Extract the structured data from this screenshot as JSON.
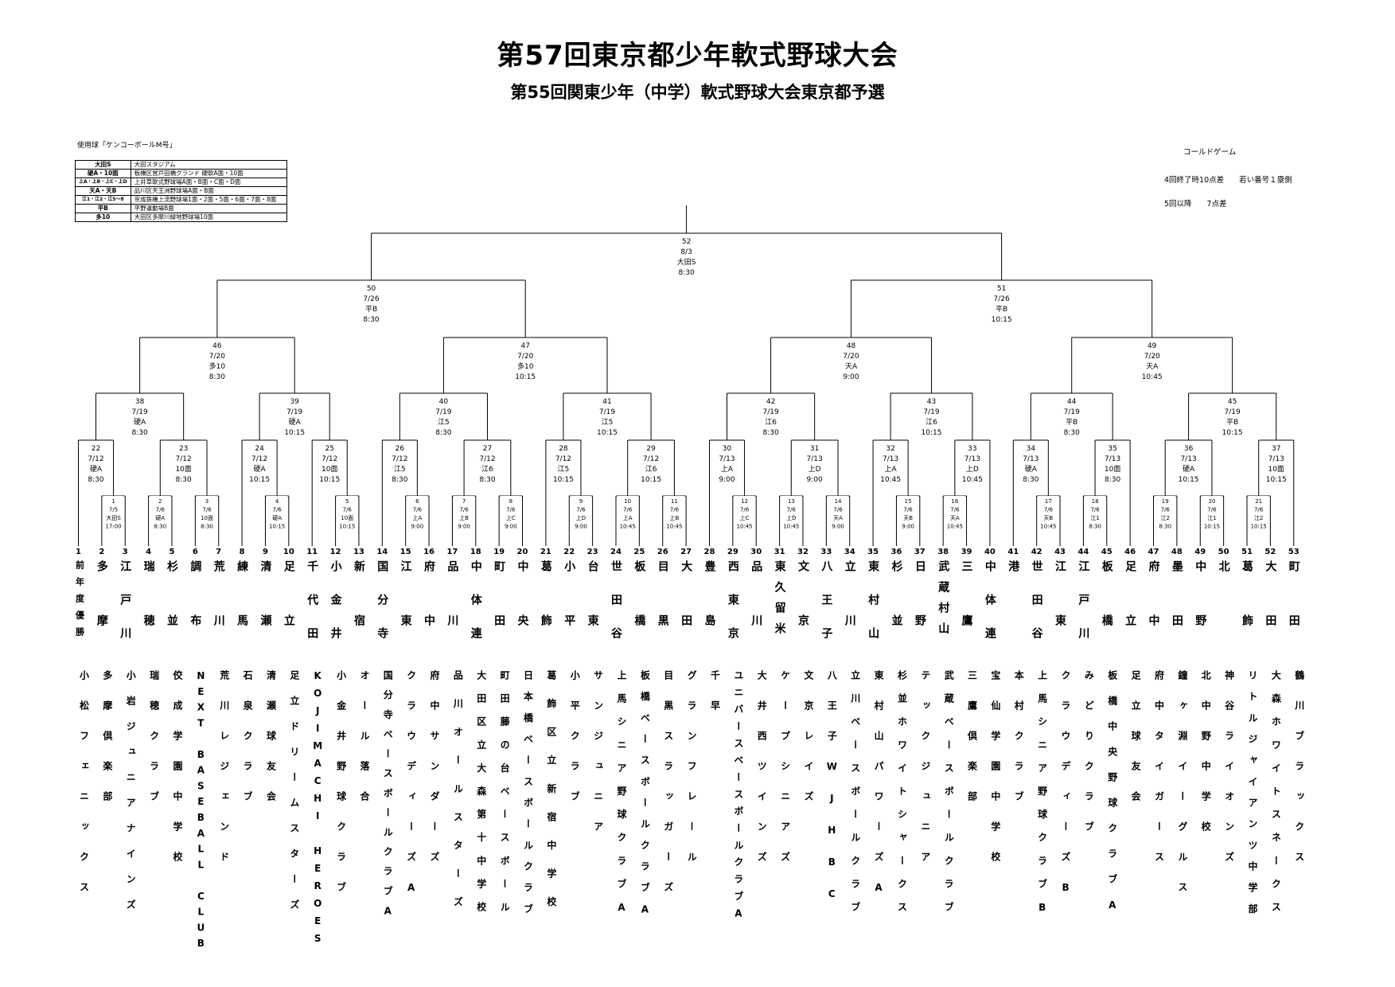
{
  "title": "第57回東京都少年軟式野球大会",
  "subtitle": "第55回関東少年（中学）軟式野球大会東京都予選",
  "ball_note": "使用球「ケンコーボールM号」",
  "venues": [
    {
      "code": "大田S",
      "name": "大田スタジアム"
    },
    {
      "code": "硬A・10面",
      "name": "板橋区営戸田橋グランド 硬軟A面・10面"
    },
    {
      "code": "上A・上B・上C・上D",
      "name": "上井草軟式野球場A面・B面・C面・D面"
    },
    {
      "code": "天A・天B",
      "name": "品川区天王洲野球場A面・B面"
    },
    {
      "code": "江1・江2・江5～8",
      "name": "京成鉄橋上流野球場1面・2面・5面・6面・7面・8面"
    },
    {
      "code": "平B",
      "name": "平野運動場B面"
    },
    {
      "code": "多10",
      "name": "大田区多摩川緑地野球場10面"
    }
  ],
  "cold_game": {
    "title": "コールドゲーム",
    "rule1": "4回終了時10点差　　若い番号１塁側",
    "rule2": "5回以降　　7点差"
  },
  "games": [
    {
      "no": "52",
      "date": "8/3",
      "venue": "大田S",
      "time": "8:30"
    },
    {
      "no": "50",
      "date": "7/26",
      "venue": "平B",
      "time": "8:30"
    },
    {
      "no": "51",
      "date": "7/26",
      "venue": "平B",
      "time": "10:15"
    },
    {
      "no": "46",
      "date": "7/20",
      "venue": "多10",
      "time": "8:30"
    },
    {
      "no": "47",
      "date": "7/20",
      "venue": "多10",
      "time": "10:15"
    },
    {
      "no": "48",
      "date": "7/20",
      "venue": "天A",
      "time": "9:00"
    },
    {
      "no": "49",
      "date": "7/20",
      "venue": "天A",
      "time": "10:45"
    },
    {
      "no": "38",
      "date": "7/19",
      "venue": "硬A",
      "time": "8:30"
    },
    {
      "no": "39",
      "date": "7/19",
      "venue": "硬A",
      "time": "10:15"
    },
    {
      "no": "40",
      "date": "7/19",
      "venue": "江5",
      "time": "8:30"
    },
    {
      "no": "41",
      "date": "7/19",
      "venue": "江5",
      "time": "10:15"
    },
    {
      "no": "42",
      "date": "7/19",
      "venue": "江6",
      "time": "8:30"
    },
    {
      "no": "43",
      "date": "7/19",
      "venue": "江6",
      "time": "10:15"
    },
    {
      "no": "44",
      "date": "7/19",
      "venue": "平B",
      "time": "8:30"
    },
    {
      "no": "45",
      "date": "7/19",
      "venue": "平B",
      "time": "10:15"
    },
    {
      "no": "22",
      "date": "7/12",
      "venue": "硬A",
      "time": "8:30"
    },
    {
      "no": "23",
      "date": "7/12",
      "venue": "10面",
      "time": "8:30"
    },
    {
      "no": "24",
      "date": "7/12",
      "venue": "硬A",
      "time": "10:15"
    },
    {
      "no": "25",
      "date": "7/12",
      "venue": "10面",
      "time": "10:15"
    },
    {
      "no": "26",
      "date": "7/12",
      "venue": "江5",
      "time": "8:30"
    },
    {
      "no": "27",
      "date": "7/12",
      "venue": "江6",
      "time": "8:30"
    },
    {
      "no": "28",
      "date": "7/12",
      "venue": "江5",
      "time": "10:15"
    },
    {
      "no": "29",
      "date": "7/12",
      "venue": "江6",
      "time": "10:15"
    },
    {
      "no": "30",
      "date": "7/13",
      "venue": "上A",
      "time": "9:00"
    },
    {
      "no": "31",
      "date": "7/13",
      "venue": "上D",
      "time": "9:00"
    },
    {
      "no": "32",
      "date": "7/13",
      "venue": "上A",
      "time": "10:45"
    },
    {
      "no": "33",
      "date": "7/13",
      "venue": "上D",
      "time": "10:45"
    },
    {
      "no": "34",
      "date": "7/13",
      "venue": "硬A",
      "time": "8:30"
    },
    {
      "no": "35",
      "date": "7/13",
      "venue": "10面",
      "time": "8:30"
    },
    {
      "no": "36",
      "date": "7/13",
      "venue": "硬A",
      "time": "10:15"
    },
    {
      "no": "37",
      "date": "7/13",
      "venue": "10面",
      "time": "10:15"
    },
    {
      "no": "1",
      "date": "7/5",
      "venue": "大田S",
      "time": "17:00"
    },
    {
      "no": "2",
      "date": "7/6",
      "venue": "硬A",
      "time": "8:30"
    },
    {
      "no": "3",
      "date": "7/6",
      "venue": "10面",
      "time": "8:30"
    },
    {
      "no": "4",
      "date": "7/6",
      "venue": "硬A",
      "time": "10:15"
    },
    {
      "no": "5",
      "date": "7/6",
      "venue": "10面",
      "time": "10:15"
    },
    {
      "no": "6",
      "date": "7/6",
      "venue": "上A",
      "time": "9:00"
    },
    {
      "no": "7",
      "date": "7/6",
      "venue": "上B",
      "time": "9:00"
    },
    {
      "no": "8",
      "date": "7/6",
      "venue": "上C",
      "time": "9:00"
    },
    {
      "no": "9",
      "date": "7/6",
      "venue": "上D",
      "time": "9:00"
    },
    {
      "no": "10",
      "date": "7/6",
      "venue": "上A",
      "time": "10:45"
    },
    {
      "no": "11",
      "date": "7/6",
      "venue": "上B",
      "time": "10:45"
    },
    {
      "no": "12",
      "date": "7/6",
      "venue": "上C",
      "time": "10:45"
    },
    {
      "no": "13",
      "date": "7/6",
      "venue": "上D",
      "time": "10:45"
    },
    {
      "no": "14",
      "date": "7/6",
      "venue": "天A",
      "time": "9:00"
    },
    {
      "no": "15",
      "date": "7/6",
      "venue": "天B",
      "time": "9:00"
    },
    {
      "no": "16",
      "date": "7/6",
      "venue": "天A",
      "time": "10:45"
    },
    {
      "no": "17",
      "date": "7/6",
      "venue": "天B",
      "time": "10:45"
    },
    {
      "no": "18",
      "date": "7/6",
      "venue": "江1",
      "time": "8:30"
    },
    {
      "no": "19",
      "date": "7/6",
      "venue": "江2",
      "time": "8:30"
    },
    {
      "no": "20",
      "date": "7/6",
      "venue": "江1",
      "time": "10:15"
    },
    {
      "no": "21",
      "date": "7/6",
      "venue": "江2",
      "time": "10:15"
    }
  ],
  "teams": [
    {
      "no": "1",
      "area": "前年度優勝",
      "school": "小松フェニックス"
    },
    {
      "no": "2",
      "area": "多摩",
      "school": "多摩倶楽部"
    },
    {
      "no": "3",
      "area": "江戸川",
      "school": "小岩ジュニアナインズ"
    },
    {
      "no": "4",
      "area": "瑞穂",
      "school": "瑞穂クラブ"
    },
    {
      "no": "5",
      "area": "杉並",
      "school": "佼成学園中学校"
    },
    {
      "no": "6",
      "area": "調布",
      "school": "NEXT BASEBALL CLUB"
    },
    {
      "no": "7",
      "area": "荒川",
      "school": "荒川レジェンド"
    },
    {
      "no": "8",
      "area": "練馬",
      "school": "石泉クラブ"
    },
    {
      "no": "9",
      "area": "清瀬",
      "school": "清瀬球友会"
    },
    {
      "no": "10",
      "area": "足立",
      "school": "足立ドリームスターズ"
    },
    {
      "no": "11",
      "area": "千代田",
      "school": "KOJIMACHI HEROES"
    },
    {
      "no": "12",
      "area": "小金井",
      "school": "小金井野球クラブ"
    },
    {
      "no": "13",
      "area": "新宿",
      "school": "オール落合"
    },
    {
      "no": "14",
      "area": "国分寺",
      "school": "国分寺ベースボールクラブA"
    },
    {
      "no": "15",
      "area": "江東",
      "school": "クラウディーズA"
    },
    {
      "no": "16",
      "area": "府中",
      "school": "府中サンダーズ"
    },
    {
      "no": "17",
      "area": "品川",
      "school": "品川オールスターズ"
    },
    {
      "no": "18",
      "area": "中体連",
      "school": "大田区立大森第十中学校"
    },
    {
      "no": "19",
      "area": "町田",
      "school": "町田藤の台ベースボール"
    },
    {
      "no": "20",
      "area": "中央",
      "school": "日本橋ベースボールクラブ"
    },
    {
      "no": "21",
      "area": "葛飾",
      "school": "葛飾区立新宿中学校"
    },
    {
      "no": "22",
      "area": "小平",
      "school": "小平クラブ"
    },
    {
      "no": "23",
      "area": "台東",
      "school": "サンジュニア"
    },
    {
      "no": "24",
      "area": "世田谷",
      "school": "上馬シニア野球クラブA"
    },
    {
      "no": "25",
      "area": "板橋",
      "school": "板橋ベースボールクラブA"
    },
    {
      "no": "26",
      "area": "目黒",
      "school": "目黒スラッガーズ"
    },
    {
      "no": "27",
      "area": "大田",
      "school": "グランフレール"
    },
    {
      "no": "28",
      "area": "豊島",
      "school": "千早"
    },
    {
      "no": "29",
      "area": "西東京",
      "school": "ユニバースベースボールクラブA"
    },
    {
      "no": "30",
      "area": "品川",
      "school": "大井西ツインズ"
    },
    {
      "no": "31",
      "area": "東久留米",
      "school": "ケープシニアズ"
    },
    {
      "no": "32",
      "area": "文京",
      "school": "文京レイズ"
    },
    {
      "no": "33",
      "area": "八王子",
      "school": "八王子WJHBC"
    },
    {
      "no": "34",
      "area": "立川",
      "school": "立川ベースボールクラブ"
    },
    {
      "no": "35",
      "area": "東村山",
      "school": "東村山パワーズA"
    },
    {
      "no": "36",
      "area": "杉並",
      "school": "杉並ホワイトシャークス"
    },
    {
      "no": "37",
      "area": "日野",
      "school": "テックジュニア"
    },
    {
      "no": "38",
      "area": "武蔵村山",
      "school": "武蔵ベースボールクラブ"
    },
    {
      "no": "39",
      "area": "三鷹",
      "school": "三鷹倶楽部"
    },
    {
      "no": "40",
      "area": "中体連",
      "school": "宝仙学園中学校"
    },
    {
      "no": "41",
      "area": "港",
      "school": "本村クラブ"
    },
    {
      "no": "42",
      "area": "世田谷",
      "school": "上馬シニア野球クラブB"
    },
    {
      "no": "43",
      "area": "江東",
      "school": "クラウディーズB"
    },
    {
      "no": "44",
      "area": "江戸川",
      "school": "みどりクラブ"
    },
    {
      "no": "45",
      "area": "板橋",
      "school": "板橋中央野球クラブA"
    },
    {
      "no": "46",
      "area": "足立",
      "school": "足立球友会"
    },
    {
      "no": "47",
      "area": "府中",
      "school": "府中タイガース"
    },
    {
      "no": "48",
      "area": "墨田",
      "school": "鐘ヶ淵イーグルス"
    },
    {
      "no": "49",
      "area": "中野",
      "school": "北中野中学校"
    },
    {
      "no": "50",
      "area": "北",
      "school": "神谷ライオンズ"
    },
    {
      "no": "51",
      "area": "葛飾",
      "school": "リトルジャイアンツ中学部"
    },
    {
      "no": "52",
      "area": "大田",
      "school": "大森ホワイトスネークス"
    },
    {
      "no": "53",
      "area": "町田",
      "school": "鶴川ブラックス"
    }
  ]
}
